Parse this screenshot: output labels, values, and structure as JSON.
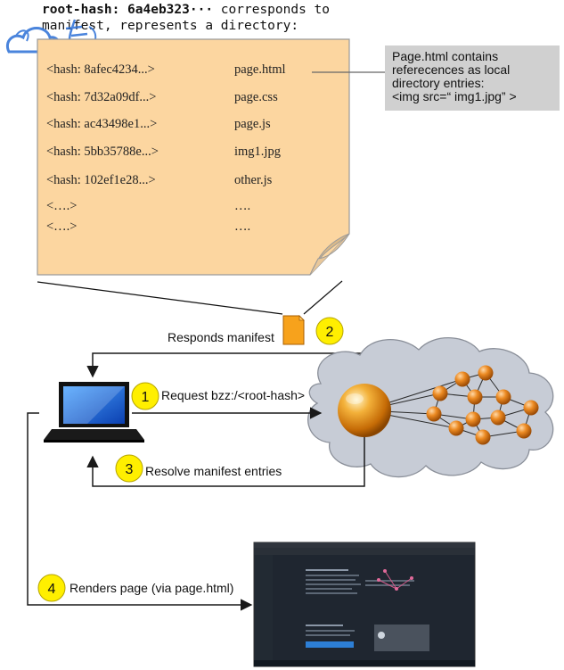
{
  "header": {
    "root_hash_label": "root-hash: 6a4eb323···",
    "corresponds_text": " corresponds to",
    "line2_text": "manifest, represents a directory:"
  },
  "manifest": {
    "entries": [
      {
        "hash": "<hash: 8afec4234...>",
        "path": "page.html"
      },
      {
        "hash": "<hash: 7d32a09df...>",
        "path": "page.css"
      },
      {
        "hash": "<hash: ac43498e1...>",
        "path": "page.js"
      },
      {
        "hash": "<hash: 5bb35788e...>",
        "path": "img1.jpg"
      },
      {
        "hash": "<hash: 102ef1e28...>",
        "path": "other.js"
      },
      {
        "hash": "<….>",
        "path": "…."
      },
      {
        "hash": "<….>",
        "path": "…."
      }
    ]
  },
  "callout": {
    "lines": [
      "Page.html contains",
      "referecences as local",
      "directory entries:",
      "<img src=“ img1.jpg” >"
    ]
  },
  "steps": [
    {
      "number": "1",
      "label": "Request bzz:/<root-hash>"
    },
    {
      "number": "2",
      "label": "Responds manifest"
    },
    {
      "number": "3",
      "label": "Resolve manifest entries"
    },
    {
      "number": "4",
      "label": "Renders page (via page.html)"
    }
  ],
  "colors": {
    "note_fill": "#fcd6a0",
    "step_badge": "#ffef00",
    "callout_fill": "#d0d0d0",
    "cloud_fill": "#c7ccd6",
    "node_orange": "#e08a1a",
    "manifest_file": "#f7a21c"
  }
}
